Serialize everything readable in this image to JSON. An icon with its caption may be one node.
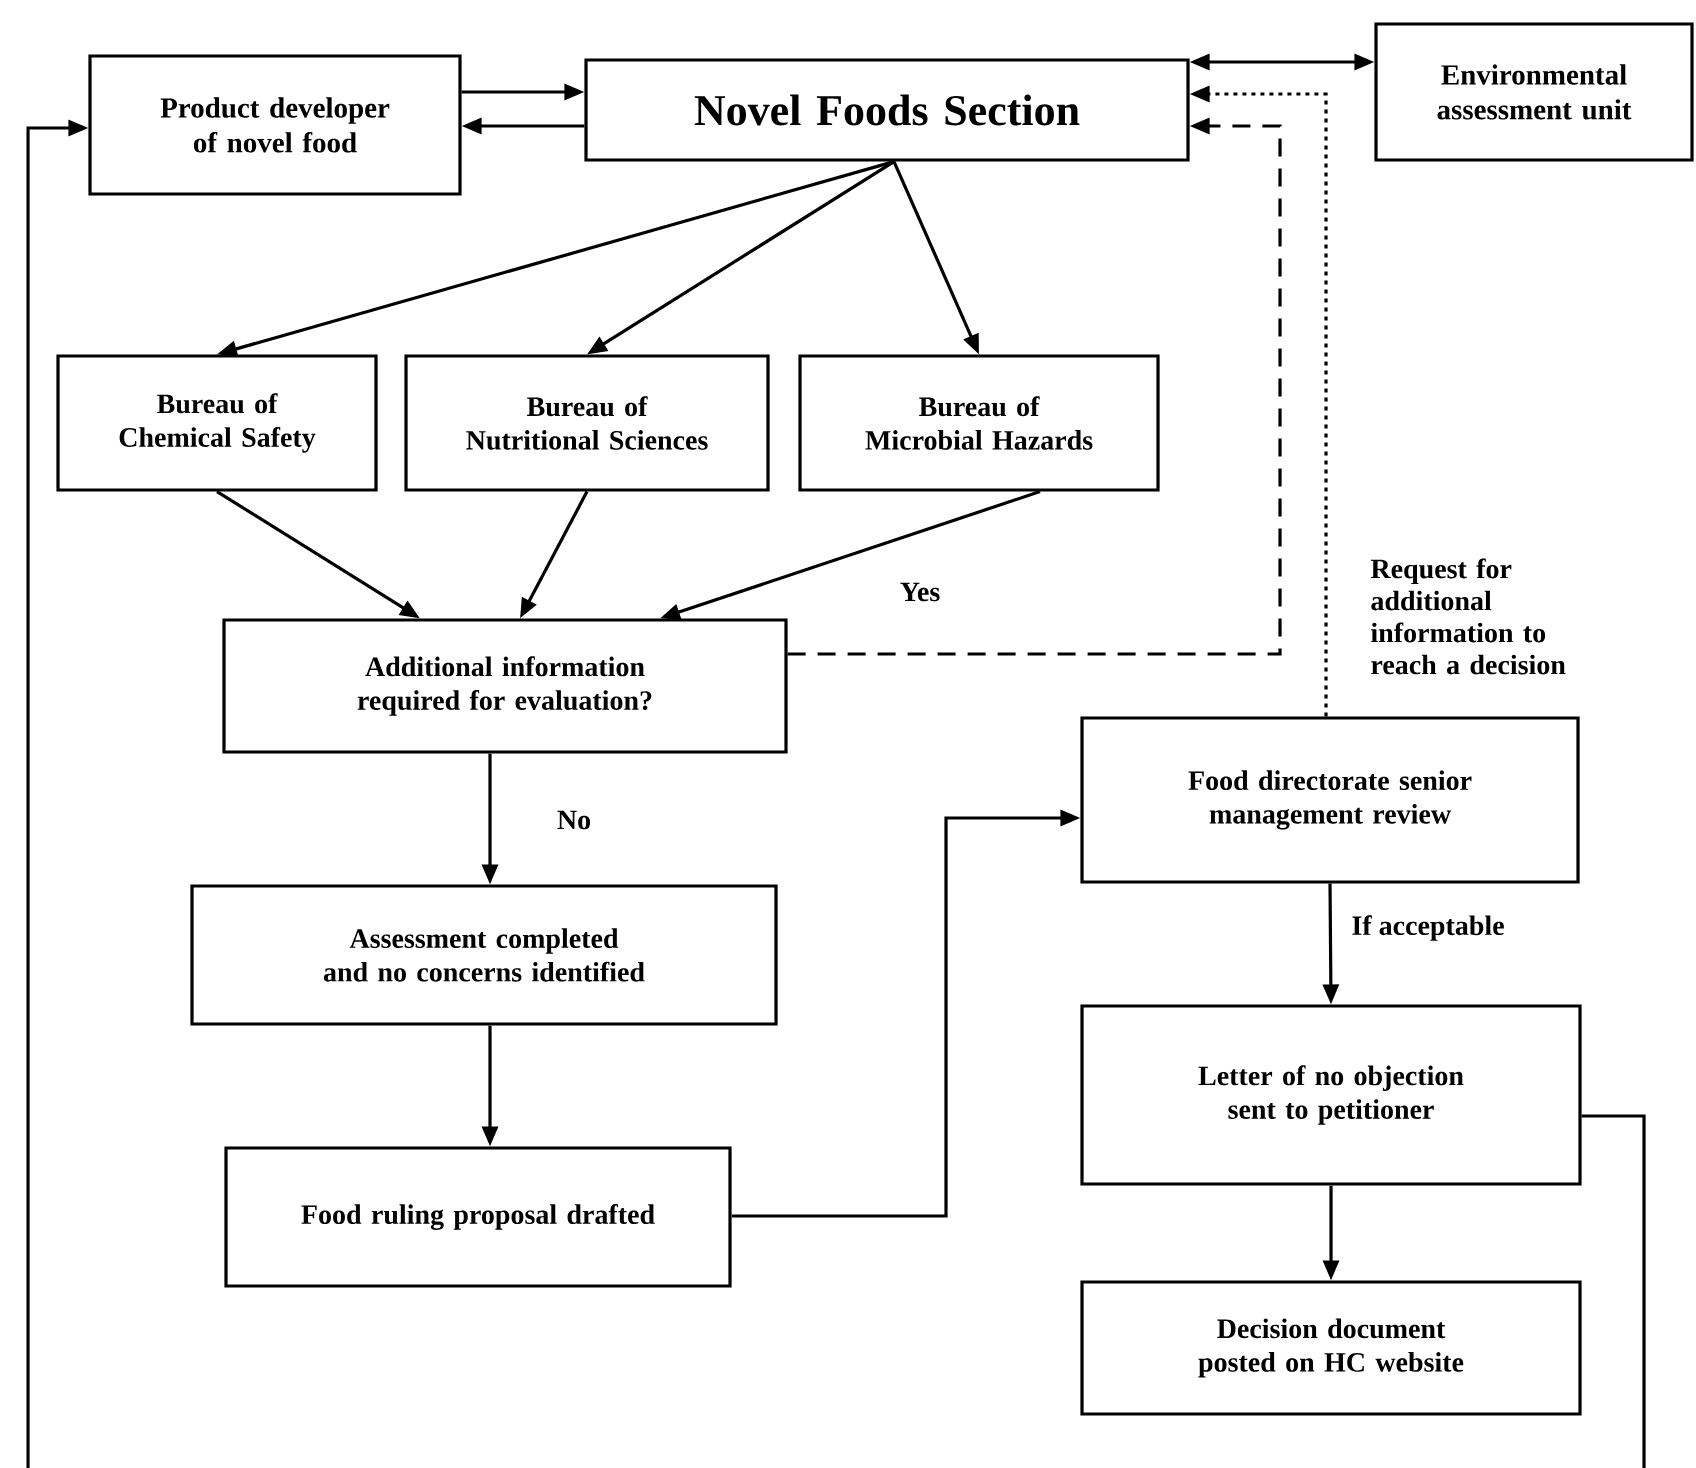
{
  "diagram": {
    "nodes": [
      {
        "text": [
          "Product developer of novel food"
        ]
      },
      {
        "text": [
          "Novel Foods Section"
        ]
      },
      {
        "text": [
          "Environmental assessment unit"
        ]
      },
      {
        "text": [
          "Bureau of Chemical Safety"
        ]
      },
      {
        "text": [
          "Bureau of Nutritional Sciences"
        ]
      },
      {
        "text": [
          "Bureau of Microbial Hazards"
        ]
      },
      {
        "text": [
          "Additional information required for evaluation?"
        ]
      },
      {
        "text": [
          "Assessment completed and no concerns identified"
        ]
      },
      {
        "text": [
          "Food ruling proposal drafted"
        ]
      },
      {
        "text": [
          "Food directorate senior management review"
        ]
      },
      {
        "text": [
          "Letter of no objection sent to petitioner"
        ]
      },
      {
        "text": [
          "Decision document posted on HC website"
        ]
      }
    ],
    "edges": [
      {
        "from": 0,
        "to": 1,
        "arrow": "to"
      },
      {
        "from": 1,
        "to": 0,
        "arrow": "to"
      },
      {
        "from": 1,
        "to": 2,
        "arrow": "both"
      },
      {
        "from": 1,
        "to": 3,
        "arrow": "to"
      },
      {
        "from": 1,
        "to": 4,
        "arrow": "to"
      },
      {
        "from": 1,
        "to": 5,
        "arrow": "to"
      },
      {
        "from": 3,
        "to": 6,
        "arrow": "to"
      },
      {
        "from": 4,
        "to": 6,
        "arrow": "to"
      },
      {
        "from": 5,
        "to": 6,
        "arrow": "to"
      },
      {
        "from": 6,
        "to": 1,
        "arrow": "to",
        "style": "dashed",
        "label": "Yes"
      },
      {
        "from": 9,
        "to": 1,
        "arrow": "to",
        "style": "dashed",
        "label": "Request for additional information to reach a decision"
      },
      {
        "from": 6,
        "to": 7,
        "arrow": "to",
        "label": "No"
      },
      {
        "from": 7,
        "to": 8,
        "arrow": "to"
      },
      {
        "from": 8,
        "to": 9,
        "arrow": "to"
      },
      {
        "from": 9,
        "to": 10,
        "arrow": "to",
        "label": "If acceptable"
      },
      {
        "from": 10,
        "to": 11,
        "arrow": "to"
      },
      {
        "from": 10,
        "to": 0,
        "arrow": "to"
      }
    ]
  }
}
